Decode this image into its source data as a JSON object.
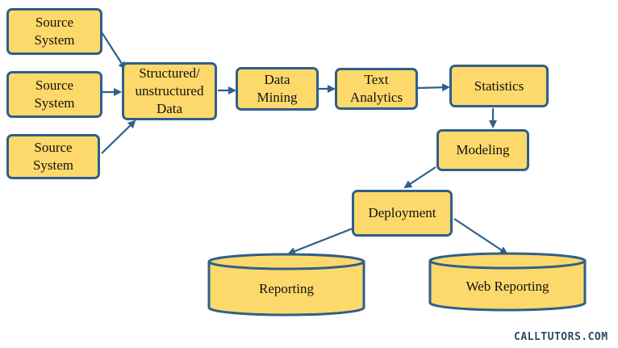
{
  "colors": {
    "fill": "#FDD96B",
    "stroke": "#2F5F8A",
    "arrow": "#2F5F8A"
  },
  "nodes": {
    "source_1": "Source\nSystem",
    "source_2": "Source\nSystem",
    "source_3": "Source\nSystem",
    "data": "Structured/\nunstructured\nData",
    "mining": "Data\nMining",
    "text": "Text\nAnalytics",
    "statistics": "Statistics",
    "modeling": "Modeling",
    "deployment": "Deployment",
    "reporting": "Reporting",
    "web_reporting": "Web Reporting"
  },
  "watermark": "CALLTUTORS.COM"
}
